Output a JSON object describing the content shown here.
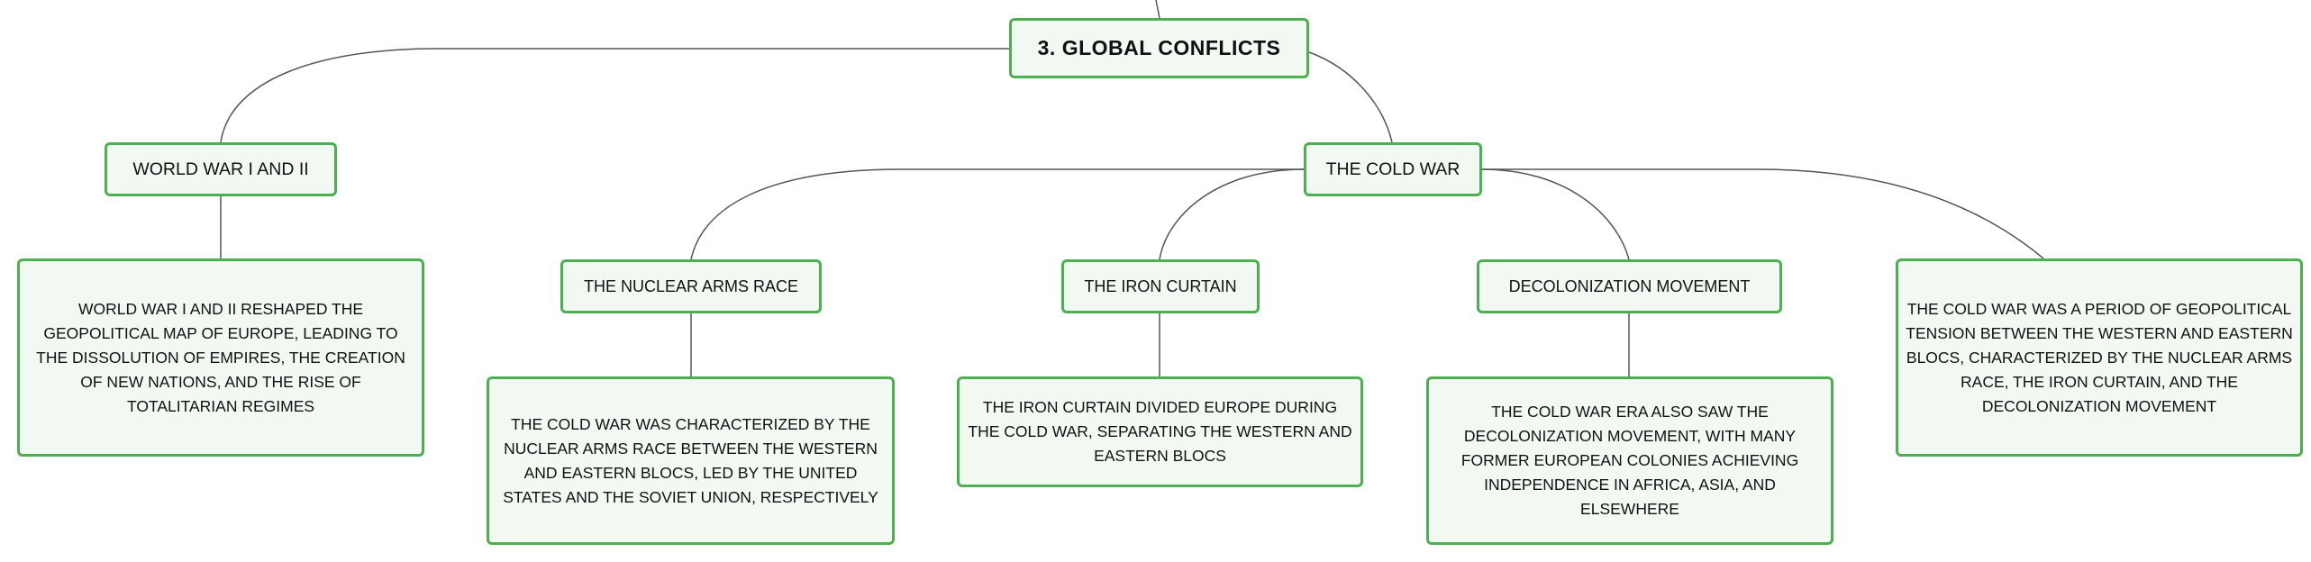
{
  "mindmap": {
    "root": {
      "label": "3. GLOBAL CONFLICTS"
    },
    "world_wars": {
      "label": "WORLD WAR I AND II",
      "description": "WORLD WAR I AND II RESHAPED THE GEOPOLITICAL MAP OF EUROPE, LEADING TO THE DISSOLUTION OF EMPIRES, THE CREATION OF NEW NATIONS, AND THE RISE OF TOTALITARIAN REGIMES"
    },
    "cold_war": {
      "label": "THE COLD WAR",
      "description": "THE COLD WAR WAS A PERIOD OF GEOPOLITICAL TENSION BETWEEN THE WESTERN AND EASTERN BLOCS, CHARACTERIZED BY THE NUCLEAR ARMS RACE, THE IRON CURTAIN, AND THE DECOLONIZATION MOVEMENT",
      "subtopics": [
        {
          "label": "THE NUCLEAR ARMS RACE",
          "description": "THE COLD WAR WAS CHARACTERIZED BY THE NUCLEAR ARMS RACE BETWEEN THE WESTERN AND EASTERN BLOCS, LED BY THE UNITED STATES AND THE SOVIET UNION, RESPECTIVELY"
        },
        {
          "label": "THE IRON CURTAIN",
          "description": "THE IRON CURTAIN DIVIDED EUROPE DURING THE COLD WAR, SEPARATING THE WESTERN AND EASTERN BLOCS"
        },
        {
          "label": "DECOLONIZATION MOVEMENT",
          "description": "THE COLD WAR ERA ALSO SAW THE DECOLONIZATION MOVEMENT, WITH MANY FORMER EUROPEAN COLONIES ACHIEVING INDEPENDENCE IN AFRICA, ASIA, AND ELSEWHERE"
        }
      ]
    }
  },
  "colors": {
    "node_border": "#4caf50",
    "node_fill": "#f2f9f3",
    "connector": "#555555"
  }
}
